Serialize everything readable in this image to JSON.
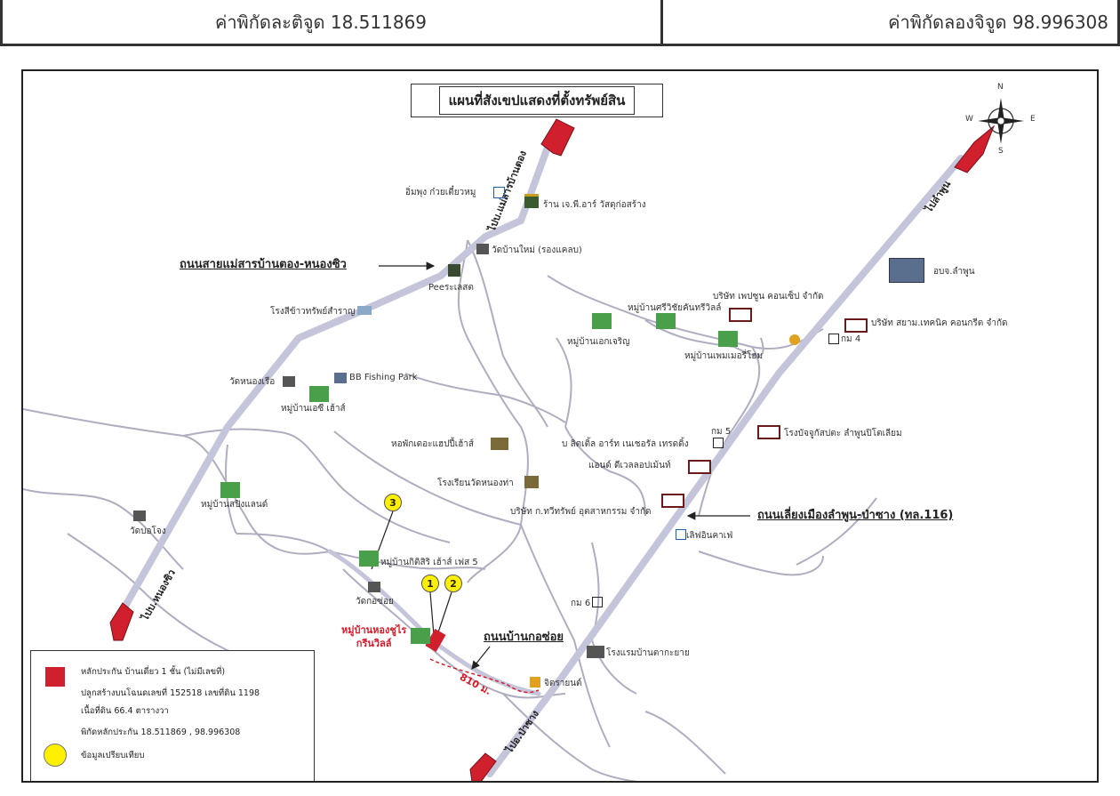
{
  "coordinates": {
    "latitude_label": "ค่าพิกัดละติจูด 18.511869",
    "longitude_label": "ค่าพิกัดลองจิจูด 98.996308"
  },
  "map": {
    "title": "แผนที่สังเขปแสดงที่ตั้งทรัพย์สิน",
    "compass": {
      "n": "N",
      "s": "S",
      "e": "E",
      "w": "W"
    },
    "roads": {
      "road_mae_sarn": "ถนนสายแม่สารบ้านตอง-หนองซิว",
      "to_mae_sarn": "ไปบ.แม่สารบ้านตอง",
      "to_nong_sew": "ไปบ.หนองซิว",
      "to_lamphun": "ไปลำพูน",
      "to_pa_sang": "ไปอ.ป่าซาง",
      "bypass": "ถนนเลี่ยงเมืองลำพูน-ป่าซาง (ทล.116)",
      "kor_soi": "ถนนบ้านกอซ่อย"
    },
    "places": {
      "p1": "อิ่มพุง ก๋วยเตี๋ยวหมู",
      "p2": "ร้าน เจ.พี.อาร์ วัสดุก่อสร้าง",
      "p3": "วัดบ้านใหม่ (รองแคลบ)",
      "p4": "Peeระเลสต",
      "p5": "โรงสีข้าวทรัพย์สำราญ",
      "p6": "หมู่บ้านศรีวิชัยคันทรีวิลล์",
      "p7": "บริษัท เพปซูน คอนเซ็ป จำกัด",
      "p8": "หมู่บ้านเอกเจริญ",
      "p9": "หมู่บ้านเพมเมอรี่โฮม",
      "p10": "อบจ.ลำพูน",
      "p11": "บริษัท สยาม.เทคนิค คอนกรีต จำกัด",
      "p12": "กม 4",
      "p13": "วัดหนองเรือ",
      "p14": "BB Fishing Park",
      "p15": "หมู่บ้านเอซี เฮ้าส์",
      "p16": "หอพักเดอะแฮปปี้เฮ้าส์",
      "p17": "กม 5",
      "p18": "โรงบัจจูกัสปตะ ลำพูนปิโตเลียม",
      "p19": "บ ลิตเติ้ล อาร์ท เนเชอรัล เทรดดิ้ง",
      "p20": "แอนด์ ดีเวลลอปเม้นท์",
      "p21": "โรงเรียนวัดหนองท่า",
      "p22": "บริษัท ก.ทวีทรัพย์ อุตสาหกรรม จำกัด",
      "p23": "หมู่บ้านสปิงแลนด์",
      "p24": "วัดบอโจง",
      "p25": "เลิฟอินคาเฟ่",
      "p26": "หมู่บ้านกิติสิริ เฮ้าส์ เฟส 5",
      "p27": "วัดกอซ่อย",
      "p28": "กม 6",
      "p29": "โรงแรมบ้านตากะยาย",
      "p30": "จิตรายนต์"
    },
    "target": {
      "line1": "หมู่บ้านหองชูไร",
      "line2": "กรีนวิลล์"
    },
    "distance": "810 ม.",
    "markers": [
      "1",
      "2",
      "3"
    ]
  },
  "legend": {
    "collateral_line1": "หลักประกัน  บ้านเดี่ยว 1 ชั้น  (ไม่มีเลขที่)",
    "collateral_line2": "ปลูกสร้างบนโฉนดเลขที่  152518 เลขที่ดิน  1198",
    "collateral_line3": "เนื้อที่ดิน 66.4  ตารางวา",
    "collateral_line4": "พิกัดหลักประกัน  18.511869 , 98.996308",
    "comparison_label": "ข้อมูลเปรียบเทียบ"
  },
  "colors": {
    "main_road": "#c4c4da",
    "minor_road": "#aeaec0",
    "arrow": "#d0202e",
    "marker": "#ffef00",
    "target": "#d91a2a"
  }
}
